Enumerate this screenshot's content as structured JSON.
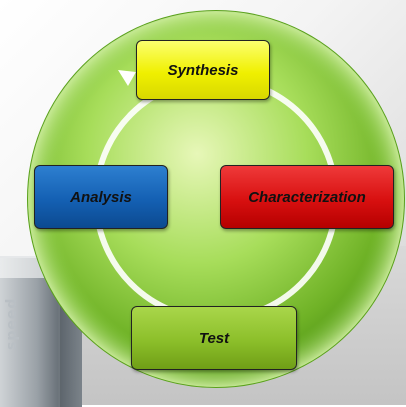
{
  "diagram": {
    "type": "cycle",
    "colors": {
      "circle": "#7ac12e",
      "arrow": "#ffffff",
      "synthesis": "#f0f000",
      "analysis": "#1460b3",
      "characterization": "#d81010",
      "test": "#8cbf2a"
    },
    "steps": [
      {
        "label": "Synthesis"
      },
      {
        "label": "Characterization"
      },
      {
        "label": "Test"
      },
      {
        "label": "Analysis"
      }
    ]
  },
  "background": {
    "instrument_text": "speed"
  }
}
